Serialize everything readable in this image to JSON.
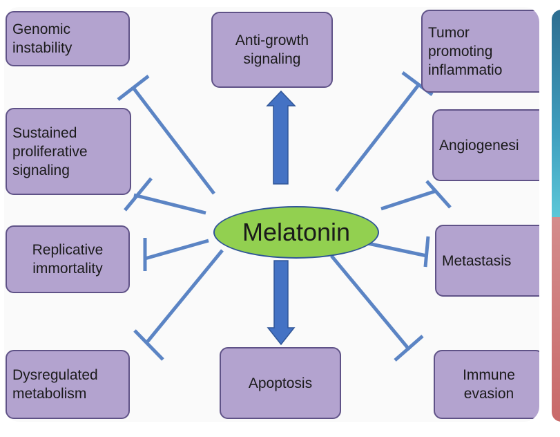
{
  "diagram": {
    "center_label": "Melatonin",
    "nodes": {
      "genomic_instability": "Genomic\ninstability",
      "anti_growth_signaling": "Anti-growth\nsignaling",
      "tumor_promoting_inflammation": "Tumor\npromoting\ninflammatio",
      "sustained_proliferative_signaling": "Sustained\nproliferative\nsignaling",
      "angiogenesis": "Angiogenesi",
      "replicative_immortality": "Replicative\nimmortality",
      "metastasis": "Metastasis",
      "dysregulated_metabolism": "Dysregulated\nmetabolism",
      "apoptosis": "Apoptosis",
      "immune_evasion": "Immune\nevasion"
    },
    "colors": {
      "box_fill": "#b3a3cf",
      "box_border": "#5f5287",
      "center_fill": "#92d050",
      "center_border": "#2f5597",
      "connector": "#5b84c4",
      "arrow": "#4472c4"
    }
  }
}
